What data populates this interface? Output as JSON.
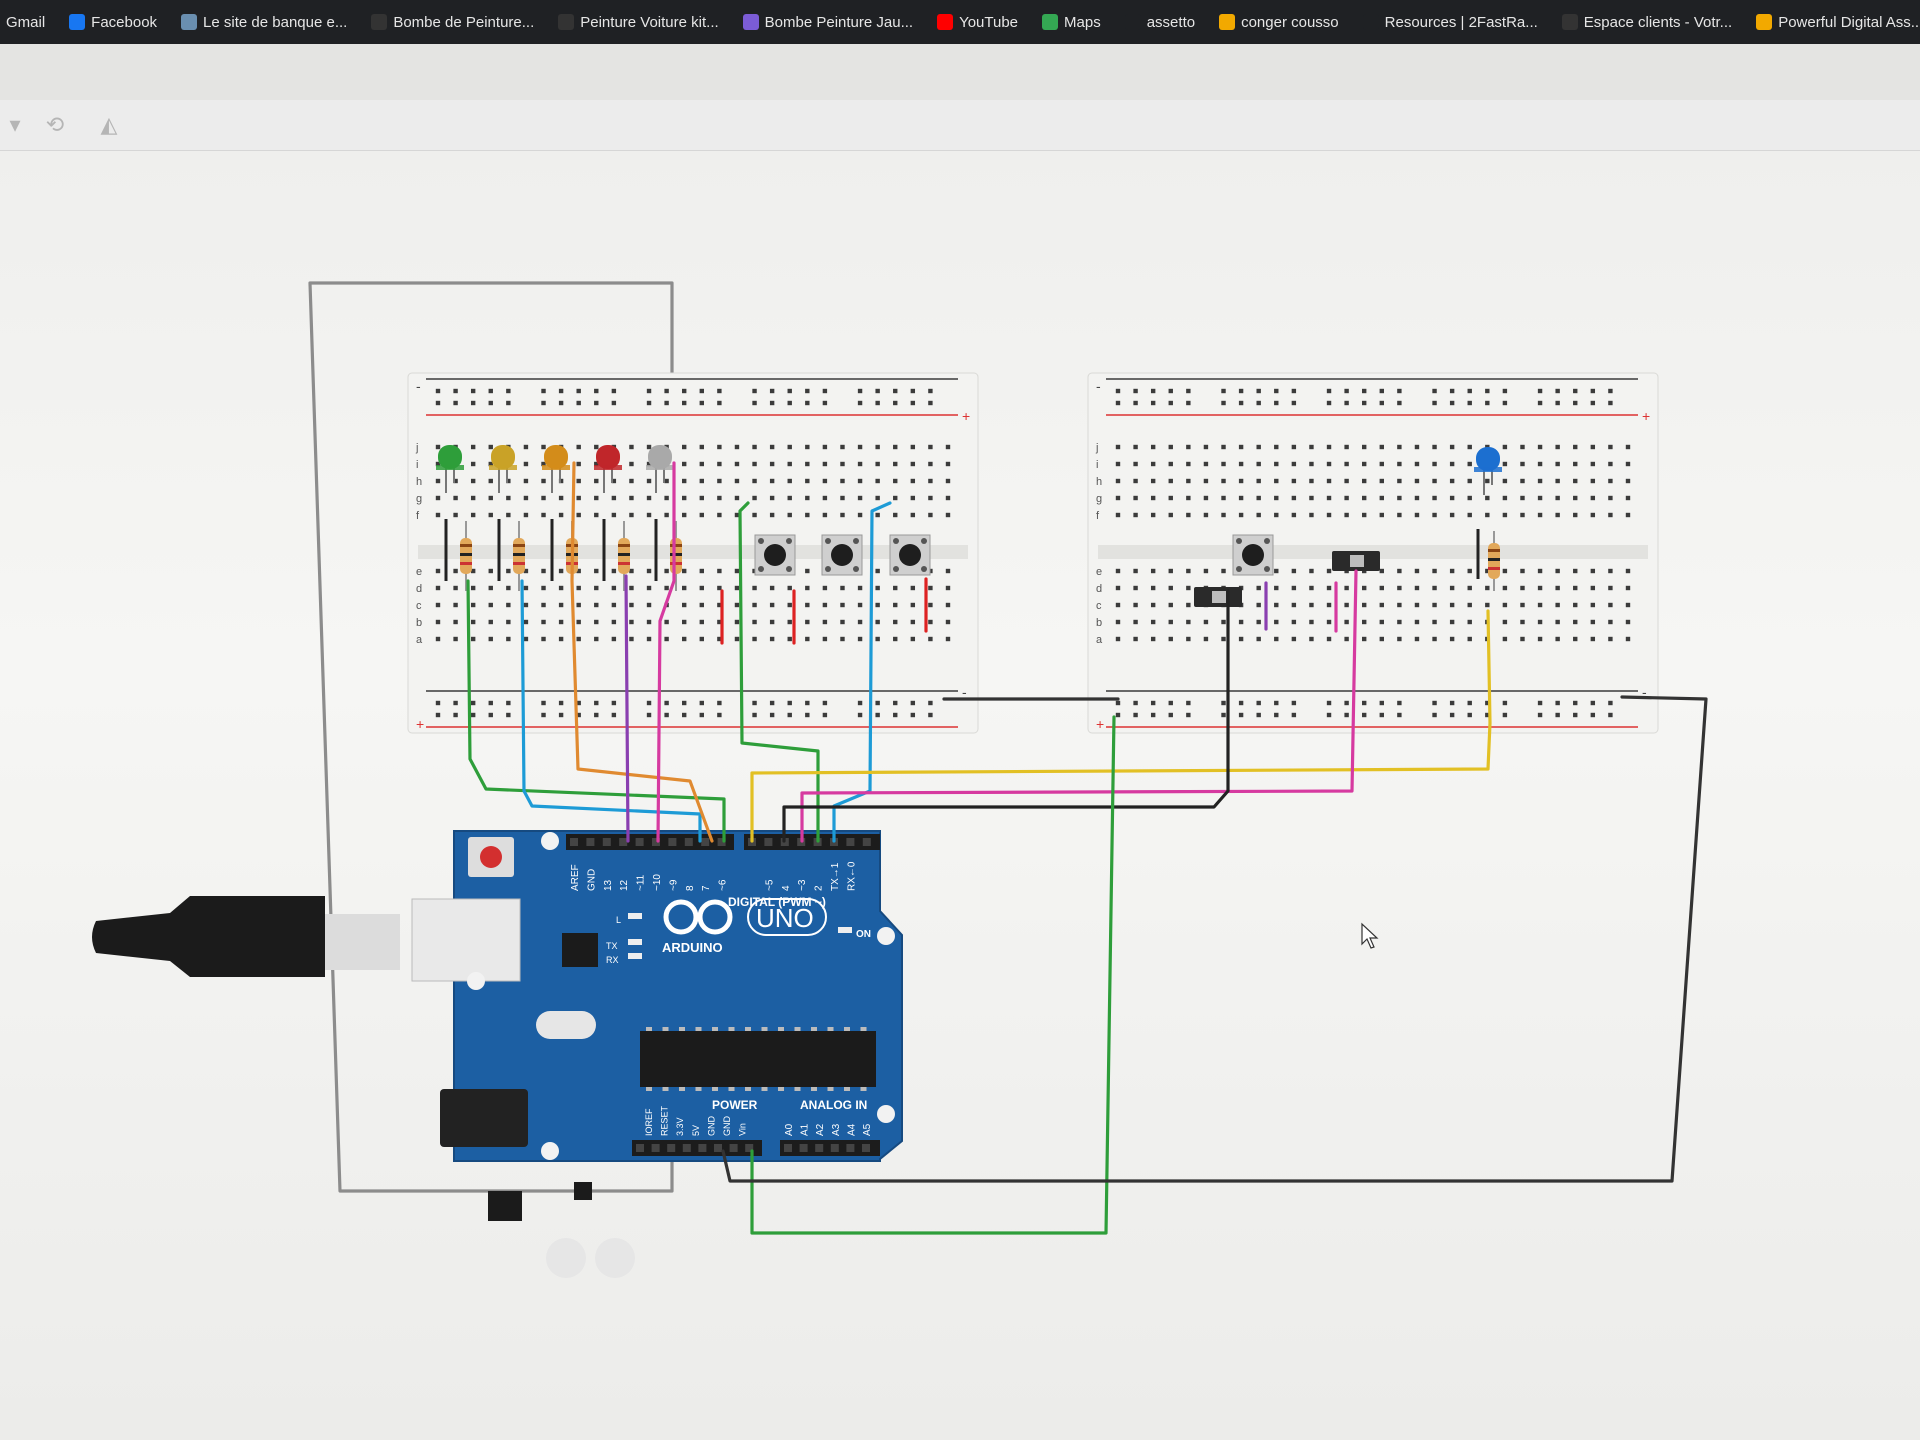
{
  "bookmarks": [
    {
      "label": "Gmail",
      "icon": "gmail-icon",
      "color": "#1f2124"
    },
    {
      "label": "Facebook",
      "icon": "facebook-icon",
      "color": "#1877f2"
    },
    {
      "label": "Le site de banque e...",
      "icon": "bank-icon",
      "color": "#6a8fb0"
    },
    {
      "label": "Bombe de Peinture...",
      "icon": "paint-icon",
      "color": "#333333"
    },
    {
      "label": "Peinture Voiture kit...",
      "icon": "paint-kit-icon",
      "color": "#333333"
    },
    {
      "label": "Bombe Peinture Jau...",
      "icon": "g-icon",
      "color": "#7b5cd6"
    },
    {
      "label": "YouTube",
      "icon": "youtube-icon",
      "color": "#ff0000"
    },
    {
      "label": "Maps",
      "icon": "maps-icon",
      "color": "#34a853"
    },
    {
      "label": "assetto",
      "icon": "folder-icon",
      "color": "#1f2124"
    },
    {
      "label": "conger cousso",
      "icon": "bookmark-icon",
      "color": "#f2a900"
    },
    {
      "label": "Resources | 2FastRa...",
      "icon": "2fast-icon",
      "color": "#1f2124"
    },
    {
      "label": "Espace clients - Votr...",
      "icon": "client-icon",
      "color": "#333333"
    },
    {
      "label": "Powerful Digital Ass...",
      "icon": "warning-icon",
      "color": "#f2a900"
    }
  ],
  "toolbar": {
    "rotate_icon": "rotate-icon",
    "flip_icon": "flip-icon"
  },
  "board": {
    "digital_label": "DIGITAL (PWM ~)",
    "brand": "ARDUINO",
    "model": "UNO",
    "power_label": "POWER",
    "analog_label": "ANALOG IN",
    "on_label": "ON",
    "tx_label": "TX",
    "rx_label": "RX",
    "l_label": "L",
    "digital_pins": [
      "AREF",
      "GND",
      "13",
      "12",
      "~11",
      "~10",
      "~9",
      "8",
      "7",
      "~6",
      "~5",
      "4",
      "~3",
      "2",
      "TX→1",
      "RX←0"
    ],
    "power_pins": [
      "IOREF",
      "RESET",
      "3.3V",
      "5V",
      "GND",
      "GND",
      "Vin"
    ],
    "analog_pins": [
      "A0",
      "A1",
      "A2",
      "A3",
      "A4",
      "A5"
    ]
  },
  "breadboard": {
    "row_letters_top": [
      "j",
      "i",
      "h",
      "g",
      "f"
    ],
    "row_letters_bottom": [
      "e",
      "d",
      "c",
      "b",
      "a"
    ],
    "minus": "-",
    "plus": "+"
  },
  "colors": {
    "board_blue": "#1c5fa3",
    "breadboard": "#f3f3f1",
    "led_green": "#2e9e3a",
    "led_yellow": "#c9a227",
    "led_orange": "#d38c1a",
    "led_red": "#c0262a",
    "led_white": "#a9a9a9",
    "led_blue": "#1c6fd0"
  }
}
